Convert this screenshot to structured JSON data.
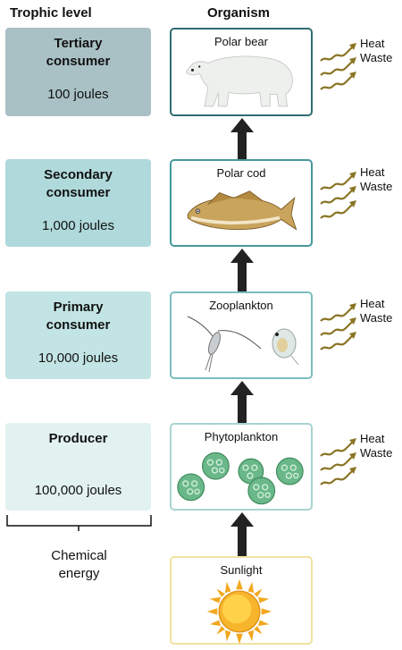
{
  "headers": {
    "trophic": "Trophic level",
    "organism": "Organism"
  },
  "levels": [
    {
      "name": "Tertiary consumer",
      "energy": "100 joules",
      "color": "#a9c1c5"
    },
    {
      "name": "Secondary consumer",
      "energy": "1,000 joules",
      "color": "#b0d9db"
    },
    {
      "name": "Primary consumer",
      "energy": "10,000 joules",
      "color": "#c3e4e4"
    },
    {
      "name": "Producer",
      "energy": "100,000 joules",
      "color": "#e2f2f0"
    }
  ],
  "organisms": [
    {
      "label": "Polar bear",
      "border": "#2e6d70"
    },
    {
      "label": "Polar cod",
      "border": "#46979a"
    },
    {
      "label": "Zooplankton",
      "border": "#7cbcbc"
    },
    {
      "label": "Phytoplankton",
      "border": "#a9d3d1"
    },
    {
      "label": "Sunlight",
      "border": "#f0e2a0"
    }
  ],
  "heat_waste": {
    "line1": "Heat",
    "line2": "Waste",
    "color": "#8a7424"
  },
  "chemical_energy": {
    "line1": "Chemical",
    "line2": "energy"
  }
}
